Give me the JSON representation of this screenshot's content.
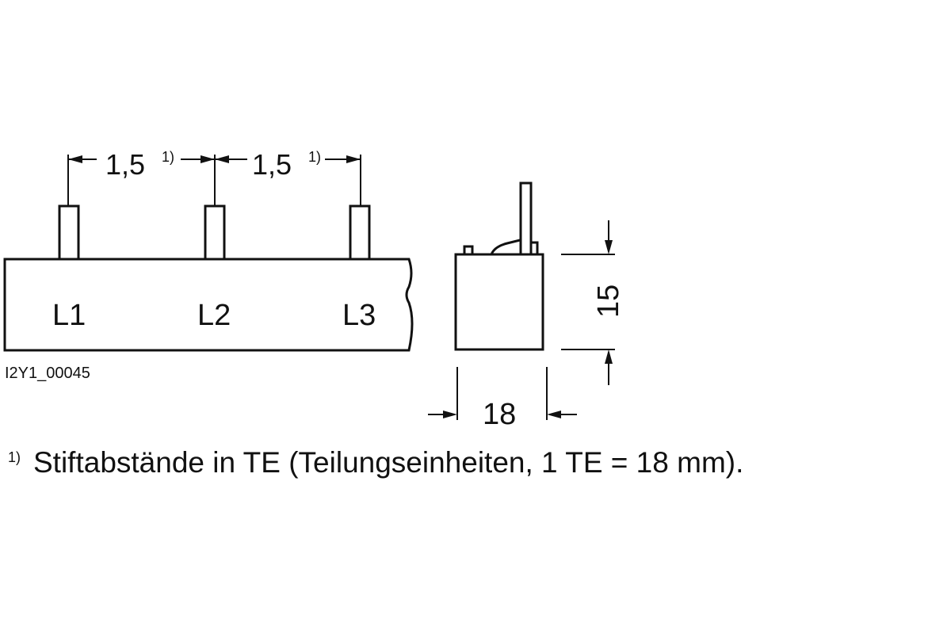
{
  "busbar_front": {
    "dimension_label": "1,5",
    "footnote_ref": "1)",
    "phases": [
      "L1",
      "L2",
      "L3"
    ],
    "drawing_id": "I2Y1_00045"
  },
  "busbar_side": {
    "height_label": "15",
    "width_label": "18"
  },
  "footnote": {
    "marker": "1)",
    "text": "Stiftabstände in TE (Teilungseinheiten, 1 TE = 18 mm)."
  }
}
